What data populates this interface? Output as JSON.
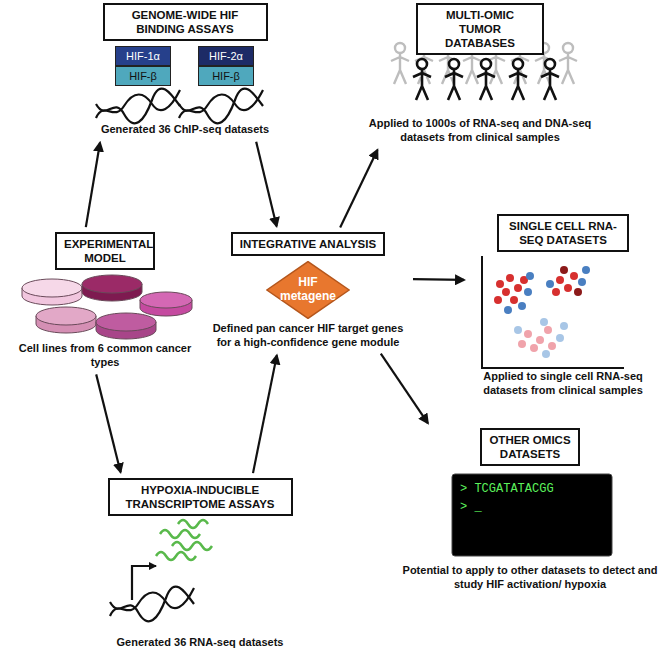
{
  "diagram": {
    "nodes": [
      {
        "text": [
          "GENOME-WIDE HIF BINDING ASSAYS",
          "Generated 36 ChIP-seq datasets"
        ]
      },
      {
        "text": [
          "HIF-1α"
        ]
      },
      {
        "text": [
          "HIF-β"
        ]
      },
      {
        "text": [
          "HIF-2α"
        ]
      },
      {
        "text": [
          "HIF-β"
        ]
      },
      {
        "text": [
          "MULTI-OMIC TUMOR DATABASES",
          "Applied to 1000s of RNA-seq and DNA-seq datasets from clinical samples"
        ]
      },
      {
        "text": [
          "EXPERIMENTAL MODEL",
          "Cell lines from 6 common cancer types"
        ]
      },
      {
        "text": [
          "INTEGRATIVE ANALYSIS",
          "Defined pan cancer HIF target genes for a high-confidence gene module"
        ]
      },
      {
        "text": [
          "HIF metagene"
        ]
      },
      {
        "text": [
          "SINGLE CELL RNA-SEQ DATASETS",
          "Applied to single cell RNA-seq datasets from clinical samples"
        ]
      },
      {
        "text": [
          "OTHER OMICS DATASETS",
          "Potential to apply to other datasets to detect and study HIF activation/ hypoxia"
        ]
      },
      {
        "text": [
          "HYPOXIA-INDUCIBLE TRANSCRIPTOME ASSAYS",
          "Generated 36 RNA-seq datasets"
        ]
      }
    ],
    "edges": [
      {
        "from": 6,
        "to": 0,
        "arrow": "to"
      },
      {
        "from": 0,
        "to": 7,
        "arrow": "to"
      },
      {
        "from": 7,
        "to": 5,
        "arrow": "to"
      },
      {
        "from": 7,
        "to": 9,
        "arrow": "to"
      },
      {
        "from": 7,
        "to": 10,
        "arrow": "to"
      },
      {
        "from": 6,
        "to": 11,
        "arrow": "to"
      },
      {
        "from": 11,
        "to": 7,
        "arrow": "to"
      }
    ],
    "labels": [
      "> TCGATATACGG",
      "> _"
    ]
  }
}
